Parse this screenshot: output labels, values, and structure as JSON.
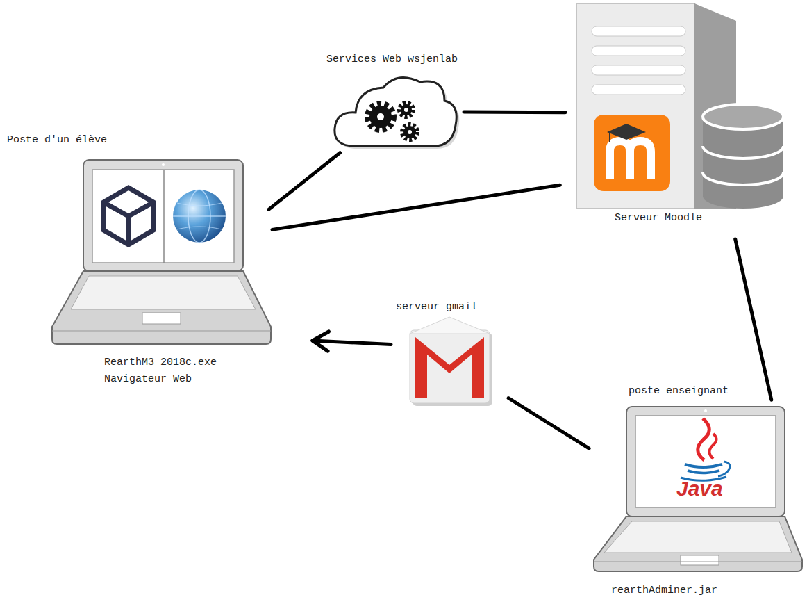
{
  "diagram": {
    "nodes": [
      {
        "text": [
          "Poste d'un élève",
          "RearthM3_2018c.exe Navigateur Web"
        ]
      },
      {
        "text": [
          "Services Web wsjenlab"
        ]
      },
      {
        "text": [
          "Serveur Moodle"
        ]
      },
      {
        "text": [
          "serveur gmail"
        ]
      },
      {
        "text": [
          "poste enseignant",
          "rearthAdminer.jar"
        ]
      }
    ],
    "edges": [
      {
        "from": 0,
        "to": 1,
        "arrow": "none"
      },
      {
        "from": 1,
        "to": 2,
        "arrow": "none"
      },
      {
        "from": 0,
        "to": 2,
        "arrow": "none"
      },
      {
        "from": 2,
        "to": 4,
        "arrow": "none"
      },
      {
        "from": 3,
        "to": 0,
        "arrow": "to"
      },
      {
        "from": 4,
        "to": 3,
        "arrow": "none"
      }
    ],
    "labels": [
      "Java"
    ]
  }
}
